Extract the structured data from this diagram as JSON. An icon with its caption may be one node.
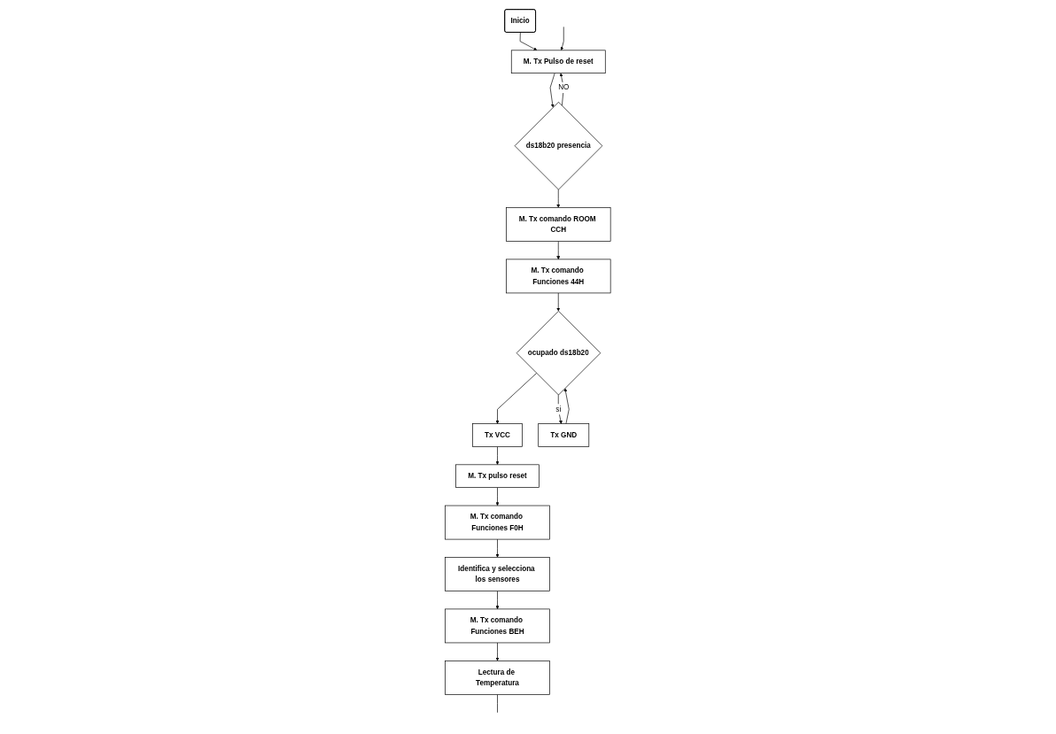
{
  "diagram": {
    "nodes": [
      {
        "text": [
          "Inicio"
        ]
      },
      {
        "text": [
          "M. Tx Pulso de reset"
        ]
      },
      {
        "text": [
          "ds18b20 presencia"
        ]
      },
      {
        "text": [
          "M. Tx comando ROOM CCH"
        ]
      },
      {
        "text": [
          "M. Tx comando Funciones 44H"
        ]
      },
      {
        "text": [
          "ocupado ds18b20"
        ]
      },
      {
        "text": [
          "Tx VCC"
        ]
      },
      {
        "text": [
          "Tx GND"
        ]
      },
      {
        "text": [
          "Identifica y selecciona los sensores"
        ]
      },
      {
        "text": [
          "M. Tx comando Funciones BEH"
        ]
      },
      {
        "text": [
          "Lectura de Temperatura"
        ]
      },
      {
        "text": [
          "M. Tx comando Funciones F0H"
        ]
      },
      {
        "text": [
          "M. Tx pulso reset"
        ]
      }
    ],
    "edges": [
      {
        "from": 0,
        "to": 1,
        "arrow": "to"
      },
      {
        "from": 2,
        "to": 1,
        "arrow": "to",
        "label": "NO"
      },
      {
        "from": null,
        "to": 1,
        "arrow": "to"
      },
      {
        "from": 1,
        "to": 2,
        "arrow": "to"
      },
      {
        "from": 2,
        "to": 3,
        "arrow": "to"
      },
      {
        "from": 3,
        "to": 4,
        "arrow": "to"
      },
      {
        "from": 4,
        "to": 5,
        "arrow": "to"
      },
      {
        "from": 5,
        "to": 6,
        "arrow": "to"
      },
      {
        "from": 5,
        "to": 7,
        "arrow": "to",
        "label": "si"
      },
      {
        "from": 7,
        "to": 5,
        "arrow": "to"
      },
      {
        "from": 6,
        "to": 12,
        "arrow": "to"
      },
      {
        "from": 12,
        "to": 11,
        "arrow": "to"
      },
      {
        "from": 11,
        "to": 8,
        "arrow": "to"
      },
      {
        "from": 8,
        "to": 9,
        "arrow": "to"
      },
      {
        "from": 9,
        "to": 10,
        "arrow": "to"
      },
      {
        "from": 10,
        "to": null,
        "arrow": "none"
      }
    ]
  }
}
